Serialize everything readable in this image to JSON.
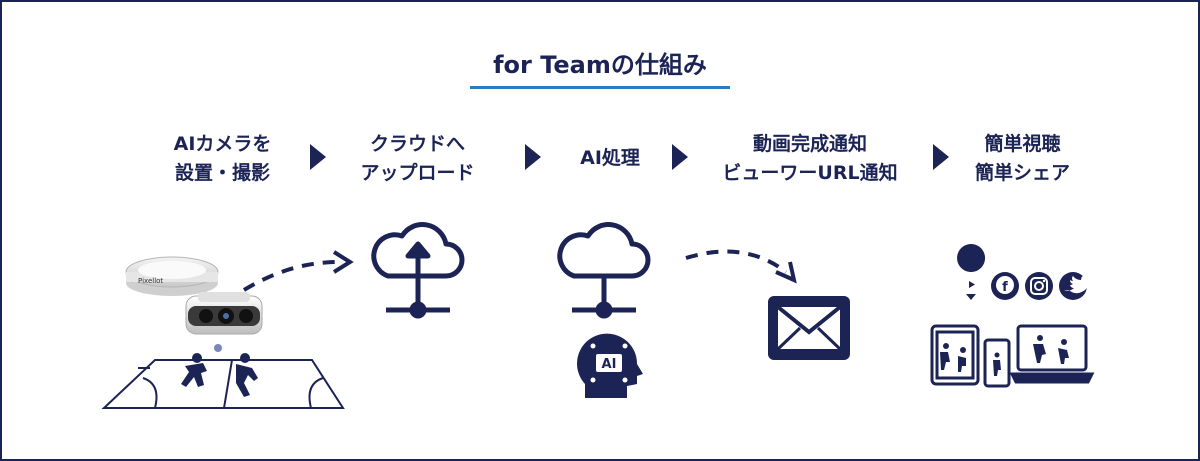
{
  "title": "for Teamの仕組み",
  "steps": [
    {
      "line1": "AIカメラを",
      "line2": "設置・撮影"
    },
    {
      "line1": "クラウドへ",
      "line2": "アップロード"
    },
    {
      "line1": "AI処理",
      "line2": ""
    },
    {
      "line1": "動画完成通知",
      "line2": "ビューワーURL通知"
    },
    {
      "line1": "簡単視聴",
      "line2": "簡単シェア"
    }
  ],
  "icons": {
    "camera": "ai-camera-icon",
    "court": "sports-court-icon",
    "cloud_upload": "cloud-upload-icon",
    "cloud_network": "cloud-network-icon",
    "ai_brain": "ai-brain-icon",
    "mail": "mail-icon",
    "social": [
      "youtube-icon",
      "facebook-icon",
      "instagram-icon",
      "twitter-icon"
    ],
    "devices": "devices-icon"
  },
  "camera_label": "Pixellot",
  "ai_badge": "AI",
  "colors": {
    "navy": "#1c2355",
    "accent": "#2b7bc4"
  }
}
